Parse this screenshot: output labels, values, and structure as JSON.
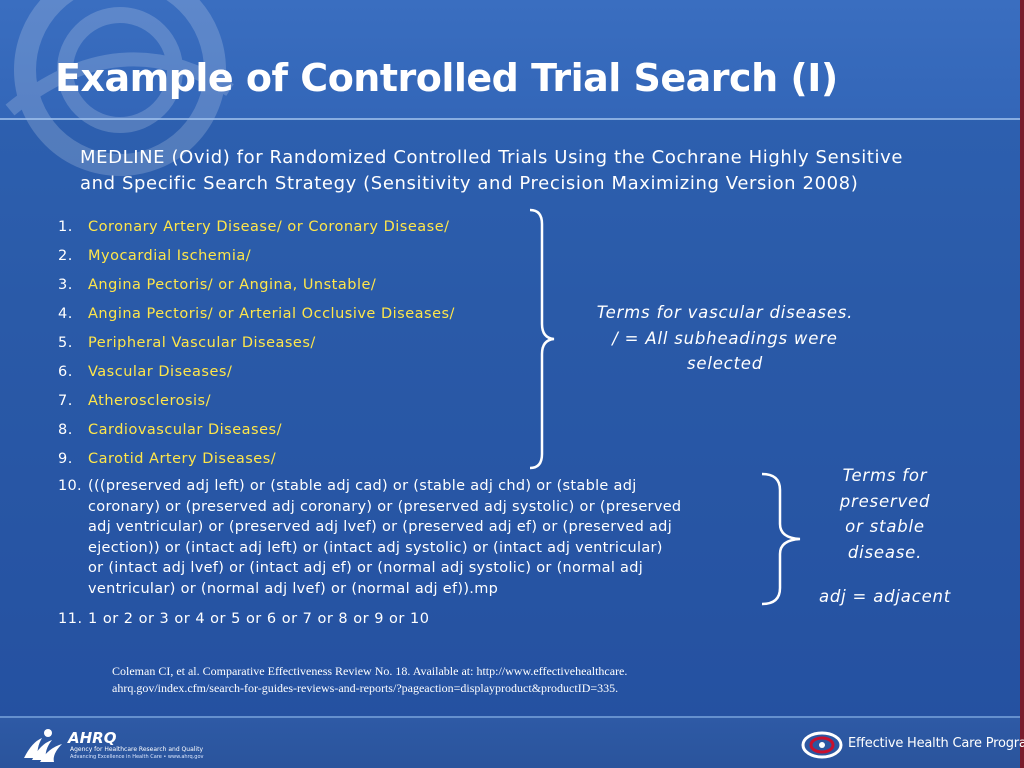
{
  "slide": {
    "title": "Example of Controlled Trial Search (I)",
    "subtitle_line1": "MEDLINE (Ovid) for Randomized Controlled Trials Using the Cochrane Highly Sensitive",
    "subtitle_line2": "and Specific Search Strategy (Sensitivity and Precision Maximizing Version 2008)"
  },
  "search_items": [
    {
      "num": "1.",
      "text": "Coronary Artery Disease/ or Coronary Disease/"
    },
    {
      "num": "2.",
      "text": "Myocardial Ischemia/"
    },
    {
      "num": "3.",
      "text": "Angina Pectoris/ or Angina, Unstable/"
    },
    {
      "num": "4.",
      "text": "Angina Pectoris/ or Arterial Occlusive Diseases/"
    },
    {
      "num": "5.",
      "text": "Peripheral Vascular Diseases/"
    },
    {
      "num": "6.",
      "text": "Vascular Diseases/"
    },
    {
      "num": "7.",
      "text": "Atherosclerosis/"
    },
    {
      "num": "8.",
      "text": "Cardiovascular Diseases/"
    },
    {
      "num": "9.",
      "text": "Carotid Artery Diseases/"
    }
  ],
  "item10": {
    "num": "10.",
    "line1": "(((preserved adj left) or (stable adj cad) or (stable adj chd) or (stable adj",
    "line2": "coronary) or (preserved adj coronary) or (preserved adj systolic) or (preserved",
    "line3": "adj ventricular) or (preserved adj lvef) or (preserved adj ef) or (preserved adj",
    "line4": "ejection)) or (intact adj left) or (intact adj systolic) or (intact adj ventricular)",
    "line5": "or (intact adj lvef) or (intact adj ef) or (normal adj systolic) or (normal adj",
    "line6": "ventricular) or (normal adj lvef) or (normal adj ef)).mp"
  },
  "item11": {
    "num": "11.",
    "text": "1 or 2 or 3 or 4 or 5 or 6 or 7 or 8 or 9 or 10"
  },
  "notes": {
    "vascular_line1": "Terms for vascular diseases.",
    "vascular_line2": "/ = All subheadings were",
    "vascular_line3": "selected",
    "preserved_line1": "Terms for",
    "preserved_line2": "preserved",
    "preserved_line3": "or stable",
    "preserved_line4": "disease.",
    "adj": "adj = adjacent"
  },
  "citation": {
    "line1": "Coleman CI, et al. Comparative Effectiveness Review No. 18. Available at: http://www.effectivehealthcare.",
    "line2": "ahrq.gov/index.cfm/search-for-guides-reviews-and-reports/?pageaction=displayproduct&productID=335."
  },
  "footer": {
    "ahrq_word": "AHRQ",
    "ahrq_line1": "Agency for Healthcare Research and Quality",
    "ahrq_line2": "Advancing Excellence in Health Care • www.ahrq.gov",
    "ehc_text": "Effective Health Care Program"
  },
  "colors": {
    "background": "#2a5aa8",
    "list_text": "#ffe64a",
    "accent_edge": "#7a1c2c"
  },
  "icons": [
    "hhs-eagle-logo",
    "ahrq-logo",
    "effective-health-care-logo"
  ]
}
